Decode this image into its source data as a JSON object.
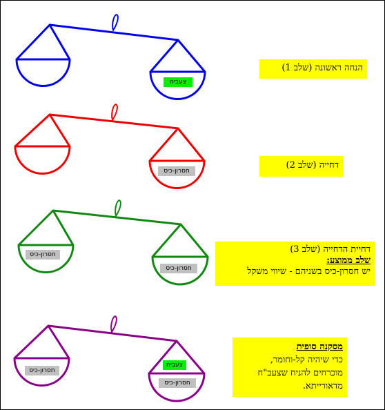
{
  "colors": {
    "stage1": "#0000ee",
    "stage2": "#ee0000",
    "stage3": "#118811",
    "stage4": "#880088",
    "note_bg": "#ffff00",
    "tag_green": "#00ee00",
    "tag_gray": "#c0c0c0"
  },
  "stages": [
    {
      "tags": {
        "right_top": "צעביח"
      },
      "note": {
        "title": "הנחה ראשונה (שלב 1)"
      }
    },
    {
      "tags": {
        "right_bottom": "חסרון-כיס"
      },
      "note": {
        "title": "דחייה (שלב 2)"
      }
    },
    {
      "tags": {
        "left_bottom": "חסרון-כיס",
        "right_bottom": "חסרון-כיס"
      },
      "note": {
        "title": "דחיית הדחייה (שלב 3)",
        "subtitle": "שלב ממוצע:",
        "body": "יש חסרון-כיס בשניהם - שיווי משקל"
      }
    },
    {
      "tags": {
        "left_bottom": "חסרון-כיס",
        "right_top": "צעביח",
        "right_bottom": "חסרון-כיס"
      },
      "note": {
        "title": "מסקנה סופית",
        "lines": [
          "כדי שיהיה קל-וחומר,",
          "מוכרחים להניח שצעב\"ח",
          "מדאורייתא."
        ]
      }
    }
  ]
}
